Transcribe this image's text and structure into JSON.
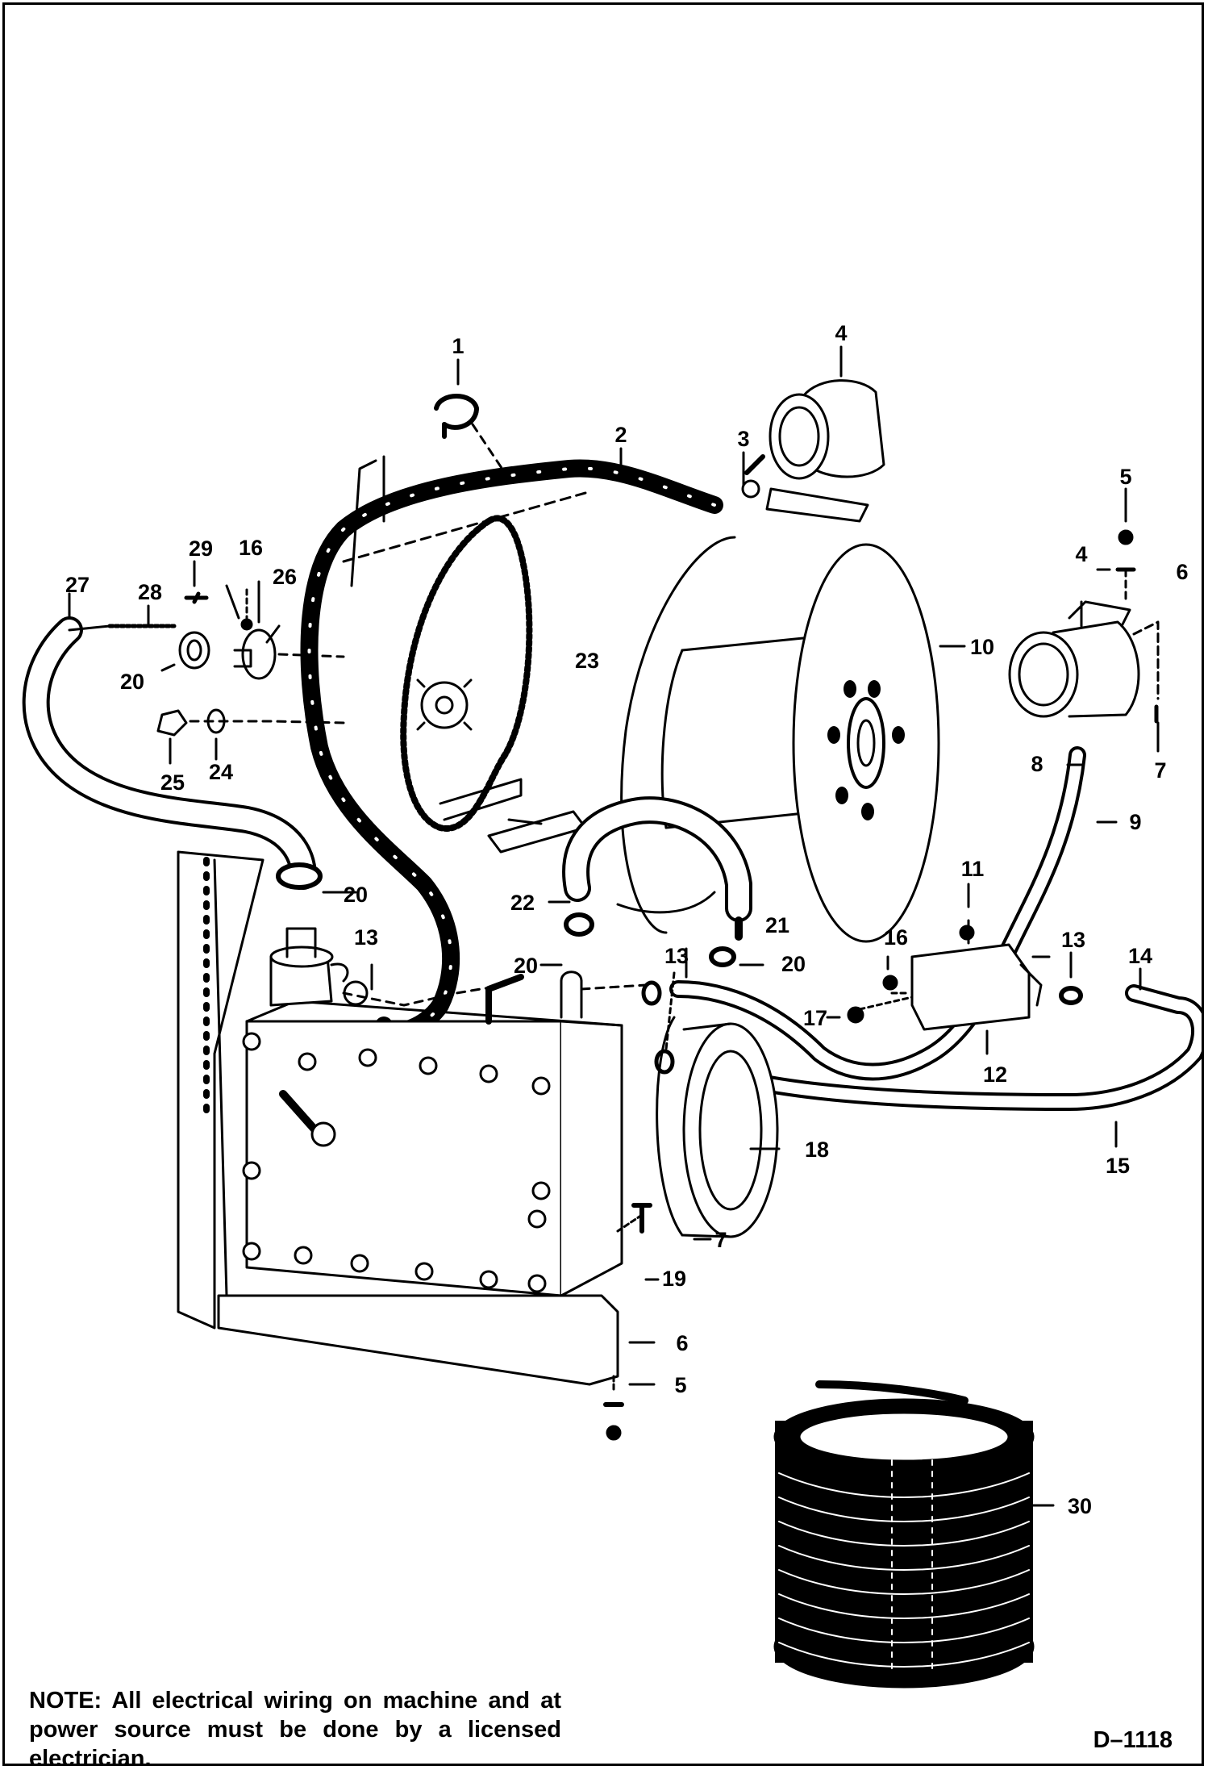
{
  "callouts": [
    "1",
    "2",
    "3",
    "4",
    "4",
    "5",
    "5",
    "6",
    "6",
    "7",
    "7",
    "8",
    "9",
    "10",
    "11",
    "12",
    "13",
    "13",
    "13",
    "14",
    "15",
    "16",
    "16",
    "17",
    "18",
    "19",
    "20",
    "20",
    "20",
    "20",
    "21",
    "22",
    "23",
    "24",
    "25",
    "26",
    "27",
    "28",
    "29",
    "30"
  ],
  "note": "NOTE:  All electrical wiring on machine and at power source must be done by a licensed electrician.",
  "drawing_number": "D–1118",
  "colors": {
    "line": "#000000",
    "background": "#ffffff"
  },
  "parts": [
    "cable-reel",
    "chain",
    "sprocket",
    "reel-motor",
    "motor",
    "junction-box",
    "power-cable",
    "hoses",
    "valve",
    "pulley",
    "extension-cable-coil"
  ]
}
